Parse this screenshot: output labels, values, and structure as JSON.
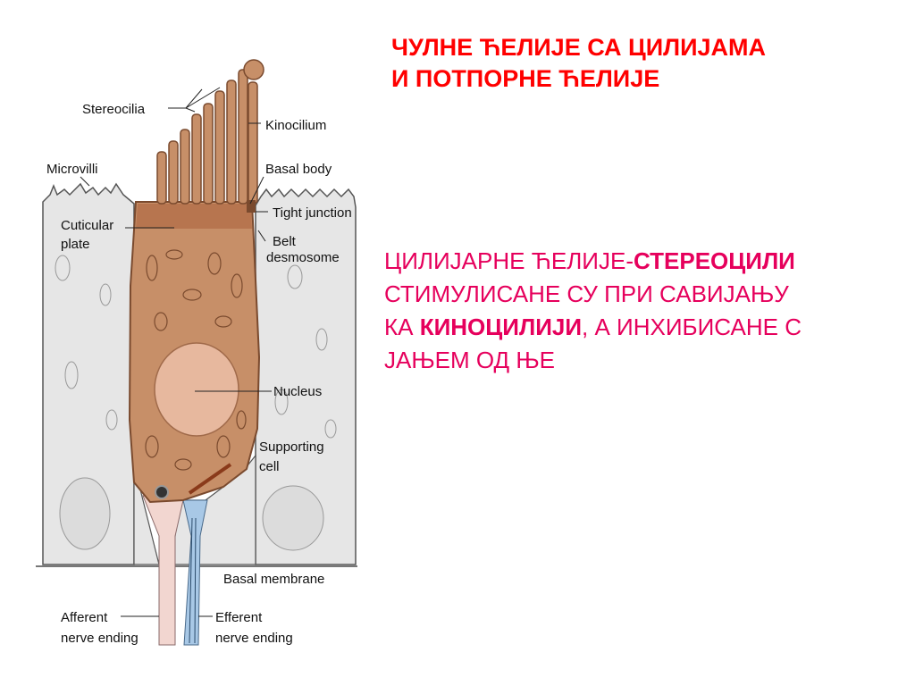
{
  "title": {
    "line1": "ЧУЛНЕ ЋЕЛИЈЕ СА ЦИЛИЈАМА",
    "line2": "И ПОТПОРНЕ ЋЕЛИЈЕ"
  },
  "body": {
    "l1_a": "ЦИЛИЈАРНЕ ЋЕЛИЈЕ-",
    "l1_b": "СТЕРЕОЦИЛИ",
    "l2": "СТИМУЛИСАНЕ СУ ПРИ САВИЈАЊУ",
    "l3_a": "КА ",
    "l3_b": "КИНОЦИЛИЈИ",
    "l3_c": ", А ИНХИБИСАНЕ С",
    "l4": "ЈАЊЕМ ОД ЊЕ"
  },
  "diagram": {
    "labels": {
      "stereocilia": "Stereocilia",
      "kinocilium": "Kinocilium",
      "microvilli": "Microvilli",
      "basal_body": "Basal body",
      "cuticular_1": "Cuticular",
      "cuticular_2": "plate",
      "tight_junction": "Tight junction",
      "belt_1": "Belt",
      "belt_2": "desmosome",
      "nucleus": "Nucleus",
      "supporting_1": "Supporting",
      "supporting_2": "cell",
      "basal_membrane": "Basal membrane",
      "afferent_1": "Afferent",
      "afferent_2": "nerve ending",
      "efferent_1": "Efferent",
      "efferent_2": "nerve ending"
    },
    "colors": {
      "hair_cell": "#c78f68",
      "hair_cell_outline": "#7a4a2e",
      "cuticular_plate": "#b06a45",
      "nucleus": "#e7b89e",
      "supporting_cell": "#e6e6e6",
      "supporting_outline": "#555555",
      "nerve_afferent": "#f2d6d0",
      "nerve_efferent": "#a8c8e6"
    }
  }
}
